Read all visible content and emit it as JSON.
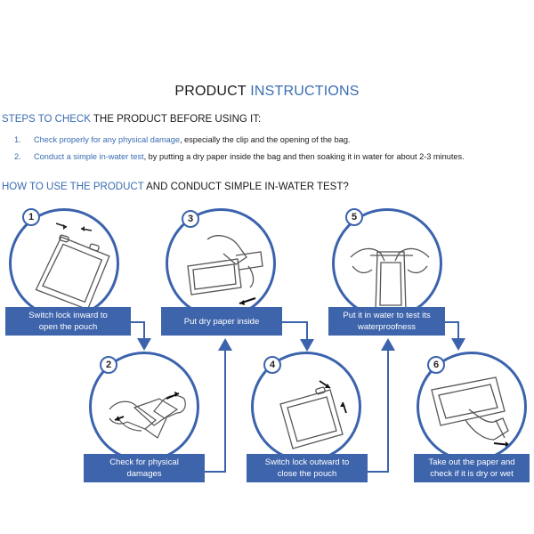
{
  "title": {
    "part1": "PRODUCT ",
    "part2": "INSTRUCTIONS"
  },
  "section1": {
    "accent": "STEPS TO CHECK",
    "rest": " THE PRODUCT BEFORE USING IT:"
  },
  "checks": [
    {
      "num": "1.",
      "accent": "Check properly for any physical damage",
      "rest": ", especially the clip and the opening of the bag."
    },
    {
      "num": "2.",
      "accent": "Conduct a simple in-water test",
      "rest": ", by putting a dry paper inside the bag and then soaking it in water for about 2-3 minutes."
    }
  ],
  "section2": {
    "accent": "HOW TO USE THE PRODUCT",
    "rest": " AND CONDUCT SIMPLE IN-WATER TEST?"
  },
  "steps": [
    {
      "num": "1",
      "label": "Switch lock inward to\nopen the pouch"
    },
    {
      "num": "2",
      "label": "Check for physical\ndamages"
    },
    {
      "num": "3",
      "label": "Put dry paper inside"
    },
    {
      "num": "4",
      "label": "Switch lock outward to\nclose the pouch"
    },
    {
      "num": "5",
      "label": "Put it in water to test its\nwaterproofness"
    },
    {
      "num": "6",
      "label": "Take out the paper and\ncheck if it is dry or wet"
    }
  ],
  "colors": {
    "accent": "#3a6db2",
    "label_bg": "#3e64ac",
    "circle_border": "#3b63ad"
  }
}
